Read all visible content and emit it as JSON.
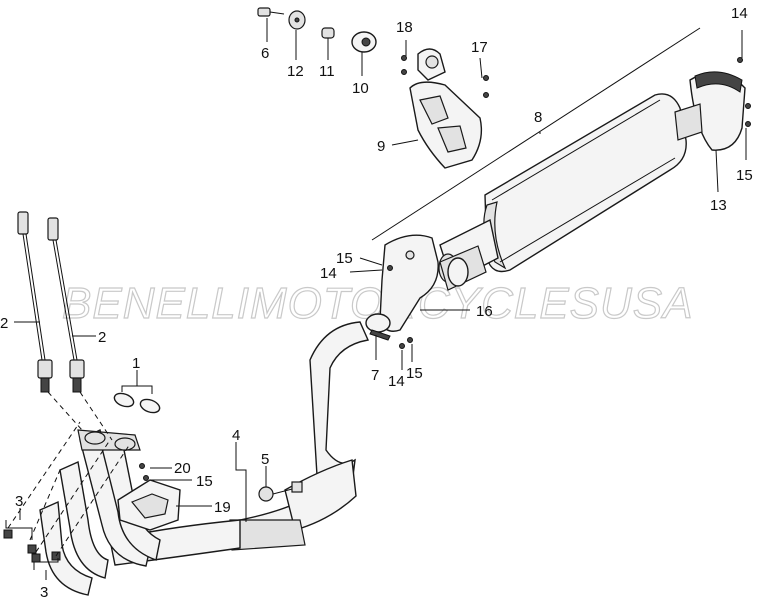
{
  "watermark": "BENELLIMOTORCYCLESUSA",
  "callouts": {
    "c1": "1",
    "c2a": "2",
    "c2b": "2",
    "c3a": "3",
    "c3b": "3",
    "c4": "4",
    "c5": "5",
    "c6": "6",
    "c7": "7",
    "c8": "8",
    "c9": "9",
    "c10": "10",
    "c11": "11",
    "c12": "12",
    "c13": "13",
    "c14a": "14",
    "c14b": "14",
    "c14c": "14",
    "c15a": "15",
    "c15b": "15",
    "c15c": "15",
    "c15d": "15",
    "c16": "16",
    "c17": "17",
    "c18": "18",
    "c19": "19",
    "c20": "20"
  }
}
